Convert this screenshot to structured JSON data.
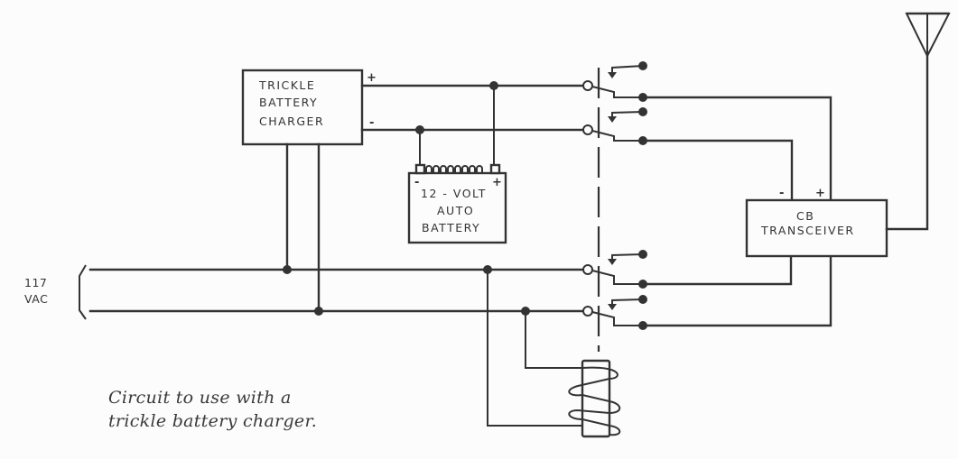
{
  "diagram": {
    "type": "circuit-schematic",
    "components": {
      "charger": {
        "label_lines": [
          "TRICKLE",
          "BATTERY",
          "CHARGER"
        ],
        "plus": "+",
        "minus": "-"
      },
      "battery": {
        "label_lines": [
          "12 - VOLT",
          "AUTO",
          "BATTERY"
        ],
        "plus": "+",
        "minus": "-"
      },
      "transceiver": {
        "label_lines": [
          "CB",
          "TRANSCEIVER"
        ],
        "plus": "+",
        "minus": "-"
      },
      "ac_source": {
        "label_lines": [
          "117",
          "VAC"
        ]
      },
      "relay": {
        "poles": 4,
        "coil": "relay-coil"
      },
      "antenna": {
        "label": ""
      }
    }
  },
  "caption": {
    "line1": "Circuit to use with a",
    "line2": "trickle battery charger."
  }
}
